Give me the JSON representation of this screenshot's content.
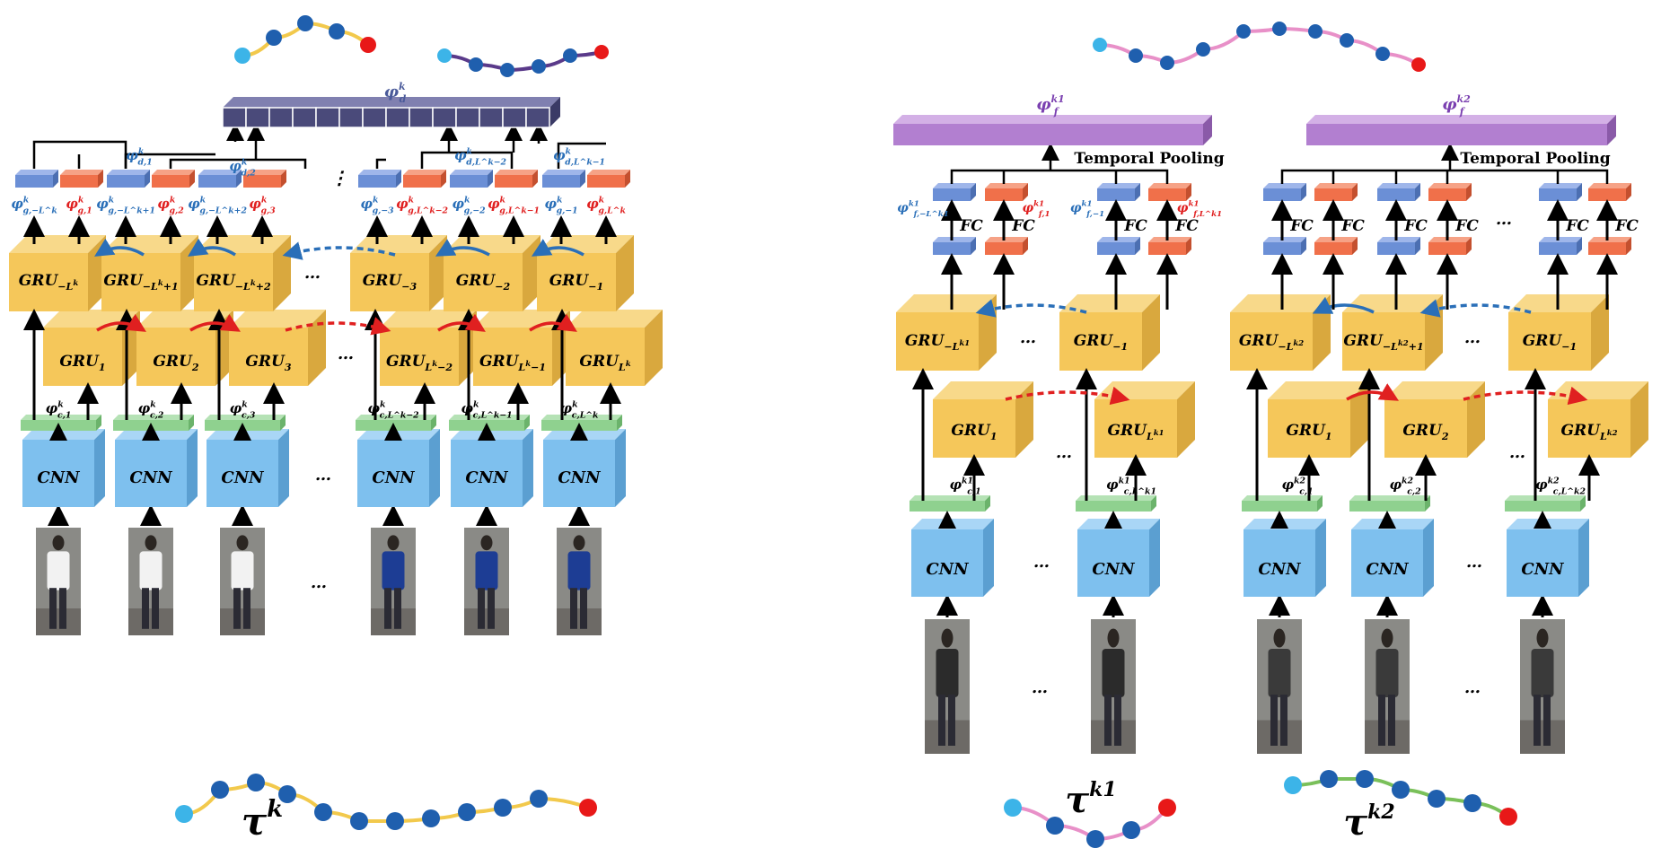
{
  "labels": {
    "cnn": "CNN",
    "fc": "FC",
    "ellipsis": "…",
    "temporal_pooling": "Temporal Pooling"
  },
  "left_panel": {
    "sequence_label": "τ",
    "sequence_sup": "k",
    "output_label": "φ",
    "output_sub": "d",
    "output_sup": "k",
    "forward_grus": [
      {
        "base": "GRU",
        "sub": "1"
      },
      {
        "base": "GRU",
        "sub": "2"
      },
      {
        "base": "GRU",
        "sub": "3"
      },
      {
        "base": "GRU",
        "sub": "L^k−2"
      },
      {
        "base": "GRU",
        "sub": "L^k−1"
      },
      {
        "base": "GRU",
        "sub": "L^k"
      }
    ],
    "backward_grus": [
      {
        "base": "GRU",
        "sub": "−L^k"
      },
      {
        "base": "GRU",
        "sub": "−L^k+1"
      },
      {
        "base": "GRU",
        "sub": "−L^k+2"
      },
      {
        "base": "GRU",
        "sub": "−3"
      },
      {
        "base": "GRU",
        "sub": "−2"
      },
      {
        "base": "GRU",
        "sub": "−1"
      }
    ],
    "feature_labels": [
      "φ^k_c,1",
      "φ^k_c,2",
      "φ^k_c,3",
      "φ^k_c,L^k−2",
      "φ^k_c,L^k−1",
      "φ^k_c,L^k"
    ],
    "gru_output_labels": [
      {
        "text": "φ^k_g,−L^k",
        "color": "blue"
      },
      {
        "text": "φ^k_g,1",
        "color": "red"
      },
      {
        "text": "φ^k_g,−L^k+1",
        "color": "blue"
      },
      {
        "text": "φ^k_g,2",
        "color": "red"
      },
      {
        "text": "φ^k_g,−L^k+2",
        "color": "blue"
      },
      {
        "text": "φ^k_g,3",
        "color": "red"
      },
      {
        "text": "φ^k_g,−3",
        "color": "blue"
      },
      {
        "text": "φ^k_g,L^k−2",
        "color": "red"
      },
      {
        "text": "φ^k_g,−2",
        "color": "blue"
      },
      {
        "text": "φ^k_g,L^k−1",
        "color": "red"
      },
      {
        "text": "φ^k_g,−1",
        "color": "blue"
      },
      {
        "text": "φ^k_g,L^k",
        "color": "red"
      }
    ],
    "diff_labels": [
      "φ^k_d,1",
      "φ^k_d,2",
      "φ^k_d,L^k−2",
      "φ^k_d,L^k−1"
    ]
  },
  "right_panel_a": {
    "sequence_label": "τ",
    "sequence_sup": "k1",
    "output_label": "φ^k1_f",
    "forward_grus": [
      {
        "base": "GRU",
        "sub": "1"
      },
      {
        "base": "GRU",
        "sub": "L^k1"
      }
    ],
    "backward_grus": [
      {
        "base": "GRU",
        "sub": "−L^k1"
      },
      {
        "base": "GRU",
        "sub": "−1"
      }
    ],
    "feature_labels": [
      "φ^k1_c,1",
      "φ^k1_c,L^k1"
    ],
    "fc_output_labels": [
      {
        "text": "φ^k1_f,−L^k1",
        "color": "blue"
      },
      {
        "text": "φ^k1_f,1",
        "color": "red"
      },
      {
        "text": "φ^k1_f,−1",
        "color": "blue"
      },
      {
        "text": "φ^k1_f,L^k1",
        "color": "red"
      }
    ]
  },
  "right_panel_b": {
    "sequence_label": "τ",
    "sequence_sup": "k2",
    "output_label": "φ^k2_f",
    "forward_grus": [
      {
        "base": "GRU",
        "sub": "1"
      },
      {
        "base": "GRU",
        "sub": "2"
      },
      {
        "base": "GRU",
        "sub": "L^k2"
      }
    ],
    "backward_grus": [
      {
        "base": "GRU",
        "sub": "−L^k2"
      },
      {
        "base": "GRU",
        "sub": "−L^k2+1"
      },
      {
        "base": "GRU",
        "sub": "−1"
      }
    ],
    "feature_labels": [
      "φ^k2_c,1",
      "φ^k2_c,2",
      "φ^k2_c,L^k2"
    ]
  },
  "colors": {
    "gru_face": "#f5c75a",
    "gru_side": "#d9a83e",
    "cnn_face": "#7ec0ee",
    "cnn_side": "#5b9fd1",
    "feature_bar": "#8fd18f",
    "blue_feature": "#6b8fd6",
    "red_feature": "#f0704a",
    "diff_vector": "#4a4a7a",
    "pooled_vector": "#b27fd0",
    "forward_arrow": "#e02020",
    "backward_arrow": "#2a6fb8",
    "blue_text": "#2a6fb8",
    "red_text": "#e02020",
    "purple_text": "#7a3fb0"
  }
}
